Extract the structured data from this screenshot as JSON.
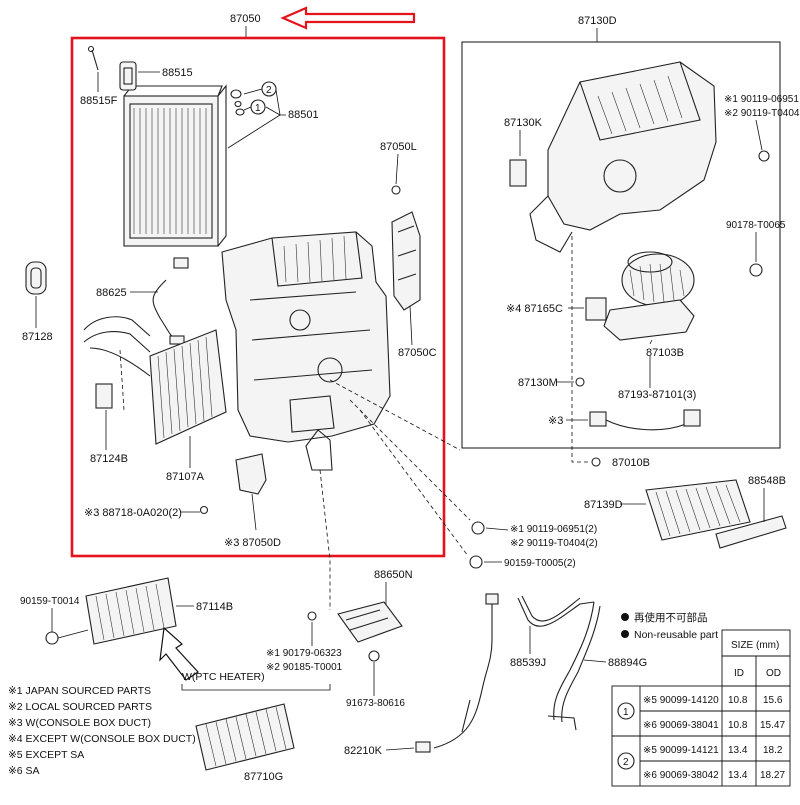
{
  "labels": {
    "p87050": "87050",
    "p87130D": "87130D",
    "p88515": "88515",
    "p88515F": "88515F",
    "p88501": "88501",
    "p87050L": "87050L",
    "p87128": "87128",
    "p88625": "88625",
    "p87050C": "87050C",
    "p87124B": "87124B",
    "p87107A": "87107A",
    "p88718": "※3 88718-0A020(2)",
    "p87050D": "※3 87050D",
    "p87130K": "87130K",
    "p90119_06951_top": "※1 90119-06951",
    "p90119_T0404_top": "※2 90119-T0404",
    "p90178": "90178-T0065",
    "p87165C": "※4 87165C",
    "p87103B": "87103B",
    "p87130M": "87130M",
    "p87193": "87193-87101(3)",
    "p_x3": "※3",
    "p87010B": "87010B",
    "p87139D": "87139D",
    "p88548B": "88548B",
    "p90119_06951_mid": "※1 90119-06951(2)",
    "p90119_T0404_mid": "※2 90119-T0404(2)",
    "p90159_T0005": "90159-T0005(2)",
    "p90159_T0014": "90159-T0014",
    "p87114B": "87114B",
    "p88650N": "88650N",
    "p90179": "※1 90179-06323",
    "p90185": "※2 90185-T0001",
    "p91673": "91673-80616",
    "p88539J": "88539J",
    "p88894G": "88894G",
    "p82210K": "82210K",
    "p87710G": "87710G",
    "ptc_heater": "W(PTC HEATER)",
    "circle1": "1",
    "circle2": "2"
  },
  "notes": [
    "※1 JAPAN SOURCED PARTS",
    "※2 LOCAL SOURCED PARTS",
    "※3 W(CONSOLE BOX DUCT)",
    "※4 EXCEPT W(CONSOLE BOX DUCT)",
    "※5 EXCEPT SA",
    "※6 SA"
  ],
  "legend": {
    "reuse_jp": "再使用不可部品",
    "non_reusable": "Non-reusable part"
  },
  "size_table": {
    "title": "SIZE (mm)",
    "col_id": "ID",
    "col_od": "OD",
    "rows": [
      {
        "group": "1",
        "part": "※5 90099-14120",
        "id": "10.8",
        "od": "15.6"
      },
      {
        "group": "1",
        "part": "※6 90069-38041",
        "id": "10.8",
        "od": "15.47"
      },
      {
        "group": "2",
        "part": "※5 90099-14121",
        "id": "13.4",
        "od": "18.2"
      },
      {
        "group": "2",
        "part": "※6 90069-38042",
        "id": "13.4",
        "od": "18.27"
      }
    ]
  },
  "colors": {
    "highlight_box": "#e3121b",
    "ink": "#111111",
    "background": "#ffffff"
  },
  "icons": [
    "left-arrow-icon",
    "up-arrow-icon",
    "non-reusable-dot-icon"
  ]
}
